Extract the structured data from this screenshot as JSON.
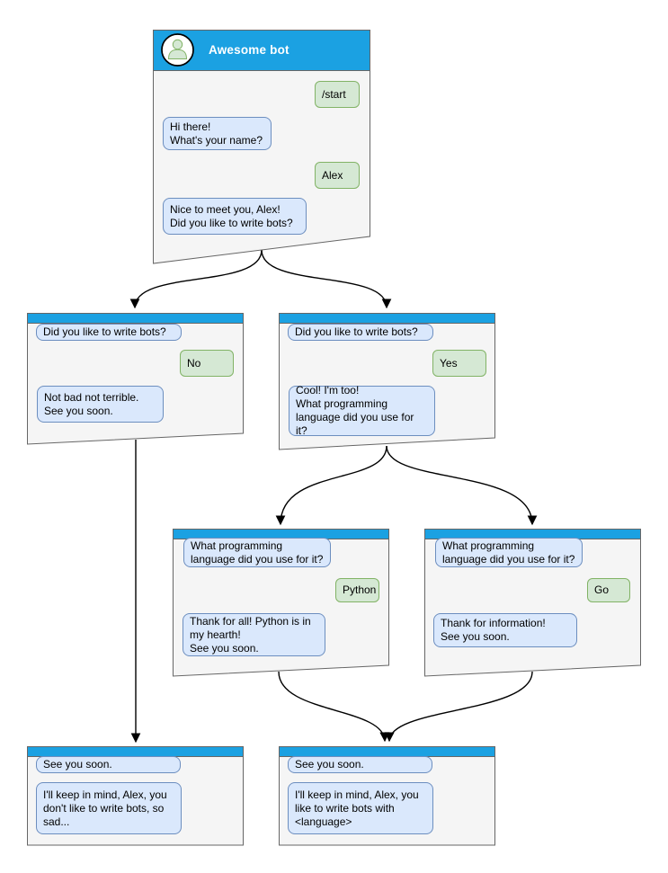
{
  "colors": {
    "header_blue": "#1BA1E2",
    "window_body": "#F5F5F5",
    "window_border": "#666666",
    "bot_bubble_fill": "#DAE8FC",
    "bot_bubble_border": "#6C8EBF",
    "user_bubble_fill": "#D5E8D4",
    "user_bubble_border": "#82B366",
    "connector": "#000000"
  },
  "windows": [
    {
      "id": "awesome-bot",
      "title": "Awesome bot",
      "messages": [
        {
          "from": "user",
          "text": "/start"
        },
        {
          "from": "bot",
          "text": "Hi there!\nWhat's your name?"
        },
        {
          "from": "user",
          "text": "Alex"
        },
        {
          "from": "bot",
          "text": "Nice to meet you, Alex!\nDid you like to write bots?"
        }
      ]
    },
    {
      "id": "branch-no",
      "title": "",
      "messages": [
        {
          "from": "bot",
          "text": "Did you like to write bots?"
        },
        {
          "from": "user",
          "text": "No"
        },
        {
          "from": "bot",
          "text": "Not bad not terrible.\nSee you soon."
        }
      ]
    },
    {
      "id": "branch-yes",
      "title": "",
      "messages": [
        {
          "from": "bot",
          "text": "Did you like to write bots?"
        },
        {
          "from": "user",
          "text": "Yes"
        },
        {
          "from": "bot",
          "text": "Cool! I'm too!\nWhat programming\nlanguage did you use for it?"
        }
      ]
    },
    {
      "id": "branch-python",
      "title": "",
      "messages": [
        {
          "from": "bot",
          "text": "What programming\nlanguage did you use for it?"
        },
        {
          "from": "user",
          "text": "Python"
        },
        {
          "from": "bot",
          "text": "Thank for all! Python is in\nmy hearth!\nSee you soon."
        }
      ]
    },
    {
      "id": "branch-go",
      "title": "",
      "messages": [
        {
          "from": "bot",
          "text": "What programming\nlanguage did you use for it?"
        },
        {
          "from": "user",
          "text": "Go"
        },
        {
          "from": "bot",
          "text": "Thank for information!\nSee you soon."
        }
      ]
    },
    {
      "id": "end-no",
      "title": "",
      "messages": [
        {
          "from": "bot",
          "text": "See you soon."
        },
        {
          "from": "bot",
          "text": "I'll keep in mind, Alex, you\ndon't like to write bots, so\nsad..."
        }
      ]
    },
    {
      "id": "end-yes",
      "title": "",
      "messages": [
        {
          "from": "bot",
          "text": "See you soon."
        },
        {
          "from": "bot",
          "text": "I'll keep in mind, Alex, you\nlike to write bots with\n<language>"
        }
      ]
    }
  ],
  "edges": [
    {
      "from": "awesome-bot",
      "to": "branch-no"
    },
    {
      "from": "awesome-bot",
      "to": "branch-yes"
    },
    {
      "from": "branch-no",
      "to": "end-no"
    },
    {
      "from": "branch-yes",
      "to": "branch-python"
    },
    {
      "from": "branch-yes",
      "to": "branch-go"
    },
    {
      "from": "branch-python",
      "to": "end-yes"
    },
    {
      "from": "branch-go",
      "to": "end-yes"
    }
  ]
}
